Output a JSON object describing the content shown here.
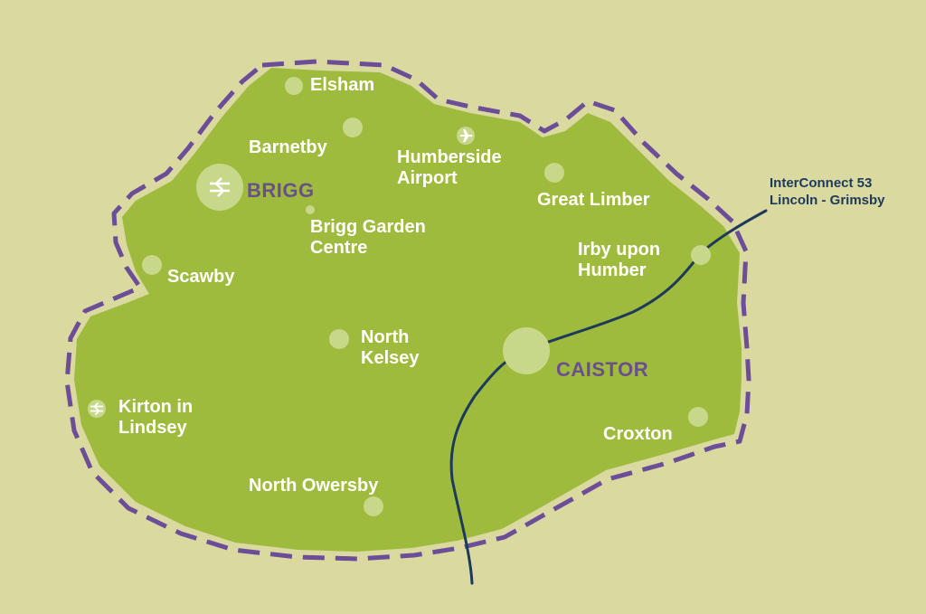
{
  "colors": {
    "background": "#d9d9a0",
    "area_fill": "#9fbb3d",
    "boundary": "#6b4d98",
    "route_line": "#1d3a5c",
    "marker": "#c7d88a",
    "label": "#ffffff",
    "town_label": "#6a4f8f"
  },
  "places": [
    {
      "key": "elsham",
      "label": "Elsham"
    },
    {
      "key": "barnetby",
      "label": "Barnetby"
    },
    {
      "key": "humberside_airport",
      "label": [
        "Humberside",
        "Airport"
      ],
      "icon": "airport-icon"
    },
    {
      "key": "brigg",
      "label": "BRIGG",
      "type": "town",
      "icon": "rail-station-icon"
    },
    {
      "key": "great_limber",
      "label": "Great Limber"
    },
    {
      "key": "brigg_garden_centre",
      "label": [
        "Brigg Garden",
        "Centre"
      ]
    },
    {
      "key": "scawby",
      "label": "Scawby"
    },
    {
      "key": "irby_upon_humber",
      "label": [
        "Irby upon",
        "Humber"
      ]
    },
    {
      "key": "north_kelsey",
      "label": [
        "North",
        "Kelsey"
      ]
    },
    {
      "key": "caistor",
      "label": "CAISTOR",
      "type": "town"
    },
    {
      "key": "kirton_in_lindsey",
      "label": [
        "Kirton in",
        "Lindsey"
      ],
      "icon": "rail-station-icon"
    },
    {
      "key": "croxton",
      "label": "Croxton"
    },
    {
      "key": "north_owersby",
      "label": "North Owersby"
    }
  ],
  "route": {
    "name": "InterConnect 53",
    "description": "Lincoln - Grimsby"
  }
}
